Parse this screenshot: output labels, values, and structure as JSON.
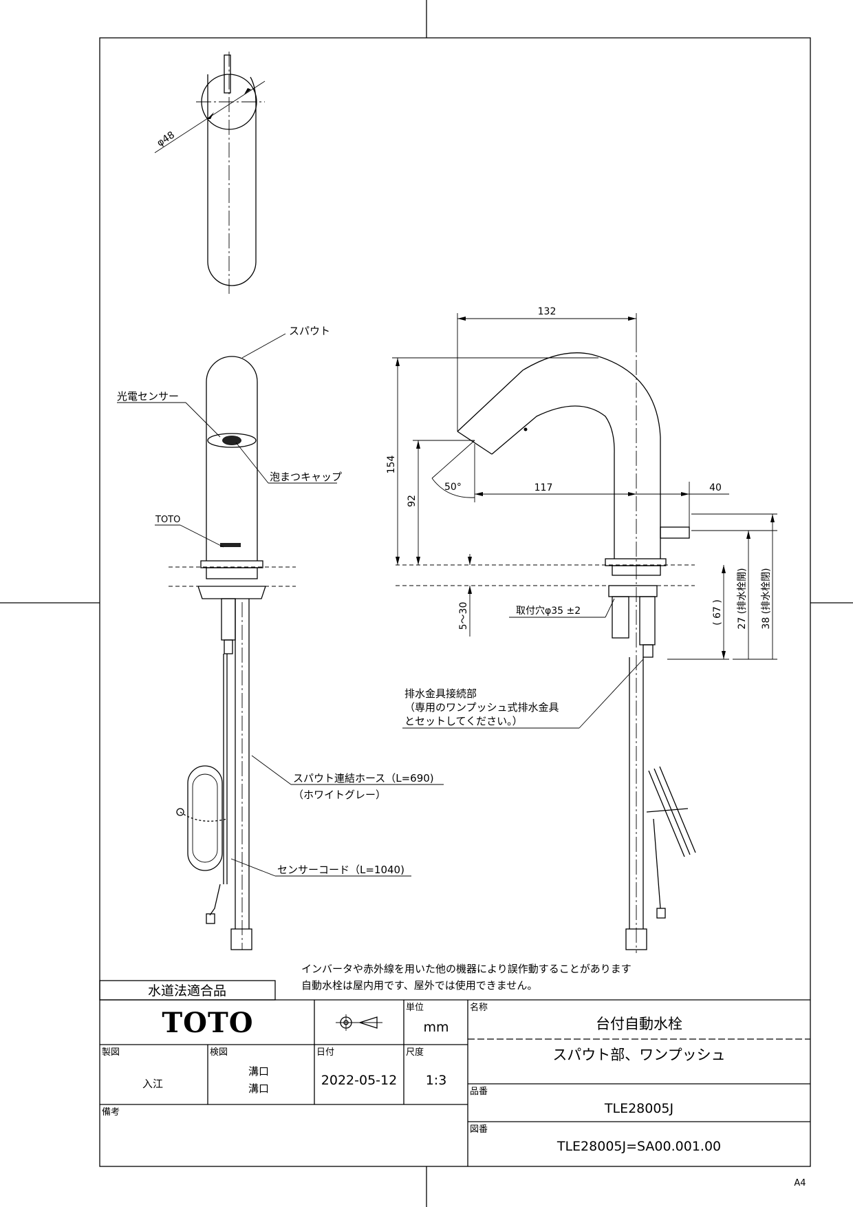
{
  "drawing": {
    "top_view": {
      "diameter_label": "φ48"
    },
    "front_view": {
      "spout_label": "スパウト",
      "sensor_label": "光電センサー",
      "cap_label": "泡まつキャップ",
      "toto_label": "TOTO",
      "hose_label": "スパウト連結ホース（L=690)",
      "hose_color_label": "（ホワイトグレー）",
      "cord_label": "センサーコード（L=1040)"
    },
    "side_view": {
      "dim_132": "132",
      "dim_154": "154",
      "dim_92": "92",
      "dim_117": "117",
      "dim_40": "40",
      "angle_50": "50°",
      "dim_5_30": "5～30",
      "mount_hole": "取付穴φ35 ±2",
      "dim_67": "( 67 )",
      "dim_27": "27 (排水栓開)",
      "dim_38": "38 (排水栓閉)",
      "drain_line1": "排水金具接続部",
      "drain_line2": "（専用のワンプッシュ式排水金具",
      "drain_line3": "とセットしてください。）"
    },
    "notes": {
      "line1": "インバータや赤外線を用いた他の機器により誤作動することがあります",
      "line2": "自動水栓は屋内用です、屋外では使用できません。"
    },
    "compliance": "水道法適合品"
  },
  "title_block": {
    "brand": "TOTO",
    "unit_label": "単位",
    "unit_value": "mm",
    "name_label": "名称",
    "name_line1": "台付自動水栓",
    "name_line2": "スパウト部、ワンプッシュ",
    "drawn_label": "製図",
    "drawn_value": "入江",
    "checked_label": "検図",
    "checked_value1": "溝口",
    "checked_value2": "溝口",
    "date_label": "日付",
    "date_value": "2022-05-12",
    "scale_label": "尺度",
    "scale_value": "1:3",
    "product_label": "品番",
    "product_value": "TLE28005J",
    "drawing_no_label": "図番",
    "drawing_no_value": "TLE28005J=SA00.001.00",
    "remarks_label": "備考",
    "paper_size": "A4"
  }
}
